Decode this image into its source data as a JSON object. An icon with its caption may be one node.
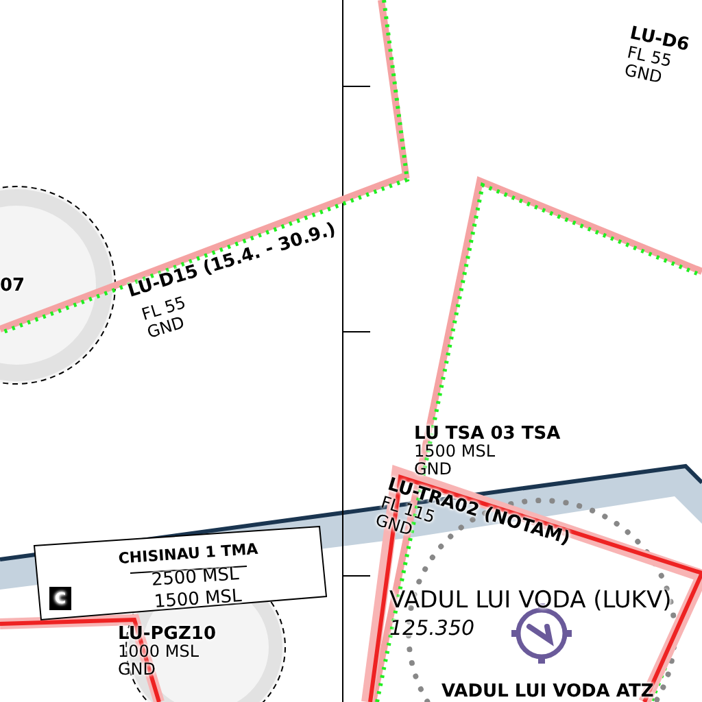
{
  "diagram": {
    "labels": [
      "LU-D6",
      "FL 55",
      "GND",
      "07",
      "LU-D15 (15.4. - 30.9.)",
      "FL 55",
      "GND",
      "LU TSA 03 TSA",
      "1500 MSL",
      "GND",
      "LU-TRA02 (NOTAM)",
      "FL 115",
      "GND",
      "CHISINAU 1 TMA",
      "2500 MSL",
      "1500 MSL",
      "C",
      "VADUL LUI VODA (LUKV)",
      "125.350",
      "LU-PGZ10",
      "1000 MSL",
      "GND",
      "VADUL LUI VODA ATZ"
    ]
  }
}
